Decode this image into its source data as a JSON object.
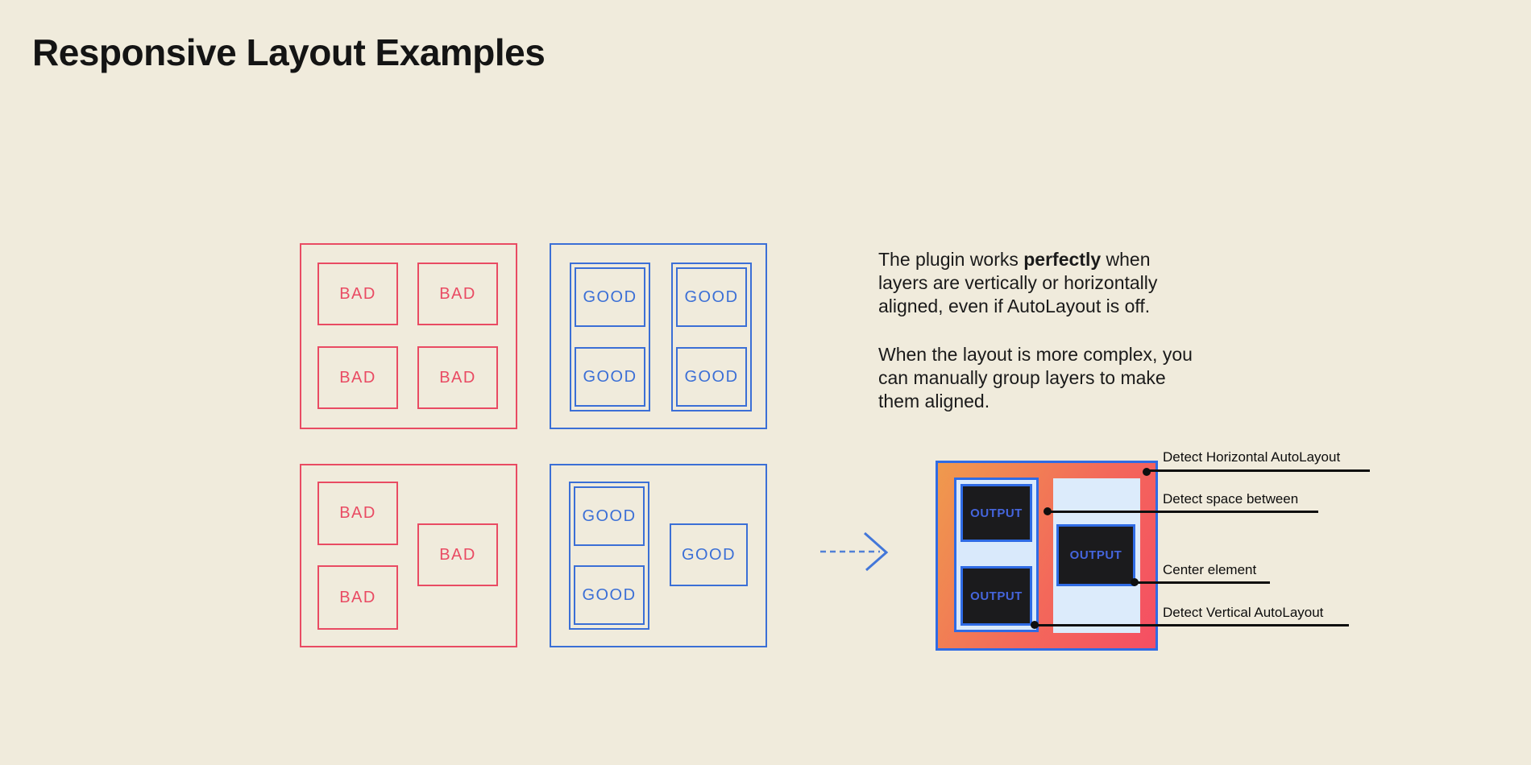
{
  "title": "Responsive Layout Examples",
  "examples": {
    "bad_grid": [
      "BAD",
      "BAD",
      "BAD",
      "BAD"
    ],
    "good_grid": [
      "GOOD",
      "GOOD",
      "GOOD",
      "GOOD"
    ],
    "bad_scattered": [
      "BAD",
      "BAD",
      "BAD"
    ],
    "good_grouped": [
      "GOOD",
      "GOOD",
      "GOOD"
    ]
  },
  "description": {
    "p1_pre": "The plugin works ",
    "p1_bold": "perfectly",
    "p1_post": " when",
    "p1_line2": "layers are vertically or horizontally",
    "p1_line3": "aligned, even if AutoLayout is off.",
    "p2_line1": "When the layout is more complex, you",
    "p2_line2": "can manually group layers to make",
    "p2_line3": "them aligned."
  },
  "output_diagram": {
    "labels": [
      "OUTPUT",
      "OUTPUT",
      "OUTPUT"
    ]
  },
  "annotations": [
    {
      "label": "Detect Horizontal AutoLayout"
    },
    {
      "label": "Detect space between"
    },
    {
      "label": "Center element"
    },
    {
      "label": "Detect Vertical AutoLayout"
    }
  ],
  "colors": {
    "background": "#F0EBDC",
    "bad_red": "#E94B63",
    "good_blue": "#3B6FD6",
    "output_border_blue": "#2F6BE4",
    "output_text_blue": "#4565DC",
    "pale_panel": "#D9E9FB",
    "dark_panel": "#1B1B1D",
    "gradient_start": "#EF9A4D",
    "gradient_end": "#F54E63",
    "annotation_black": "#0F0F0F"
  }
}
